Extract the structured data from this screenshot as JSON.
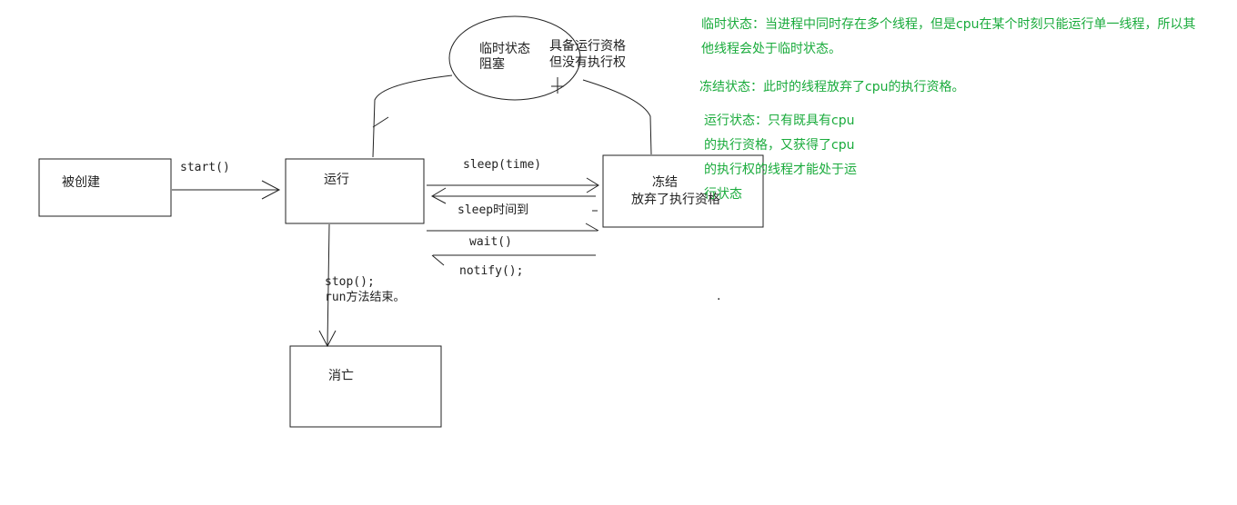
{
  "colors": {
    "stroke": "#222222",
    "note": "#1aab3c"
  },
  "states": {
    "created": "被创建",
    "running": "运行",
    "frozen_line1": "冻结",
    "frozen_line2": "放弃了执行资格",
    "dead": "消亡",
    "temp_line1": "临时状态",
    "temp_line2": "阻塞",
    "temp_desc_line1": "具备运行资格",
    "temp_desc_line2": "但没有执行权"
  },
  "transitions": {
    "start": "start()",
    "sleep_time": "sleep(time)",
    "sleep_end": "sleep时间到",
    "wait": "wait()",
    "notify": "notify();",
    "stop": "stop();",
    "run_end": "run方法结束。"
  },
  "notes": {
    "temp": "临时状态：当进程中同时存在多个线程，但是cpu在某个时刻只能运行单一线程，所以其他线程会处于临时状态。",
    "frozen": "冻结状态：此时的线程放弃了cpu的执行资格。",
    "running": "运行状态：只有既具有cpu的执行资格，又获得了cpu的执行权的线程才能处于运行状态"
  },
  "stray_mark": "."
}
